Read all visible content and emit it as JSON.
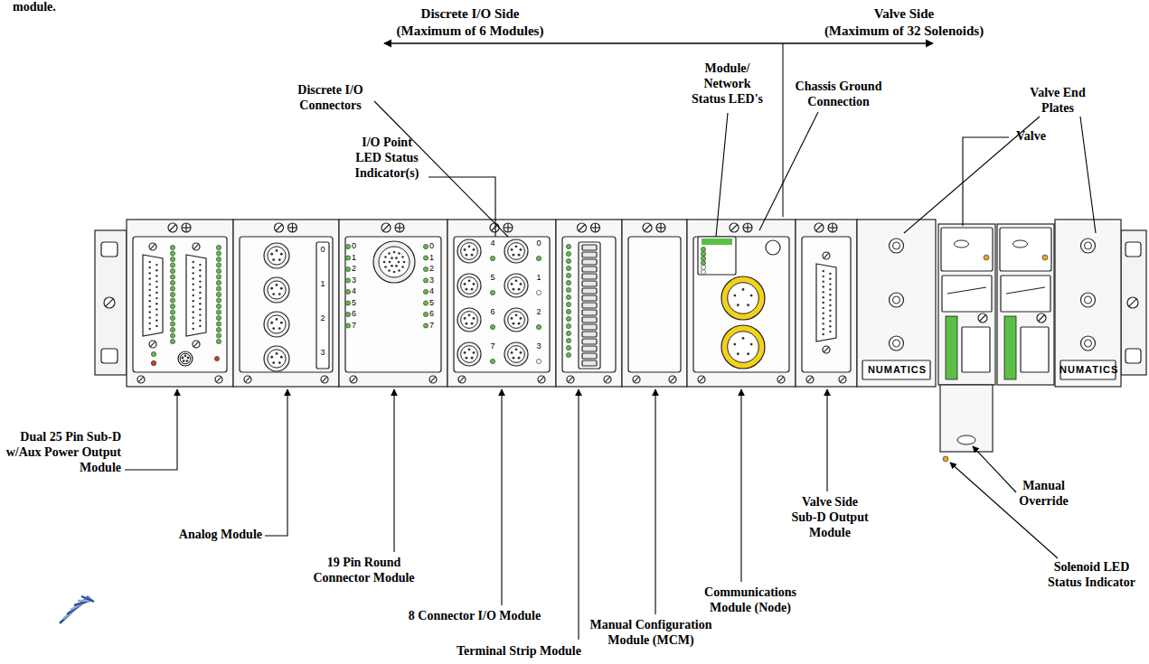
{
  "diagram": {
    "labels": [
      "module.",
      "Discrete I/O Side",
      "(Maximum of 6 Modules)",
      "Valve Side",
      "(Maximum of 32 Solenoids)",
      "Discrete I/O Connectors",
      "I/O Point LED Status Indicator(s)",
      "Module/ Network Status LED's",
      "Chassis Ground Connection",
      "Valve End Plates",
      "Valve",
      "Dual 25 Pin Sub-D w/Aux Power Output Module",
      "Analog Module",
      "19 Pin Round Connector Module",
      "8 Connector I/O Module",
      "Terminal Strip Module",
      "Manual Configuration Module (MCM)",
      "Communications Module (Node)",
      "Valve Side Sub-D Output Module",
      "Manual Override",
      "Solenoid LED Status Indicator",
      "NUMATICS",
      "NUMATICS",
      "0",
      "1",
      "2",
      "3",
      "0",
      "1",
      "2",
      "3",
      "4",
      "5",
      "6",
      "7",
      "0",
      "1",
      "2",
      "3",
      "4",
      "5",
      "6",
      "7",
      "4",
      "5",
      "6",
      "7",
      "0",
      "1",
      "2",
      "3"
    ]
  }
}
